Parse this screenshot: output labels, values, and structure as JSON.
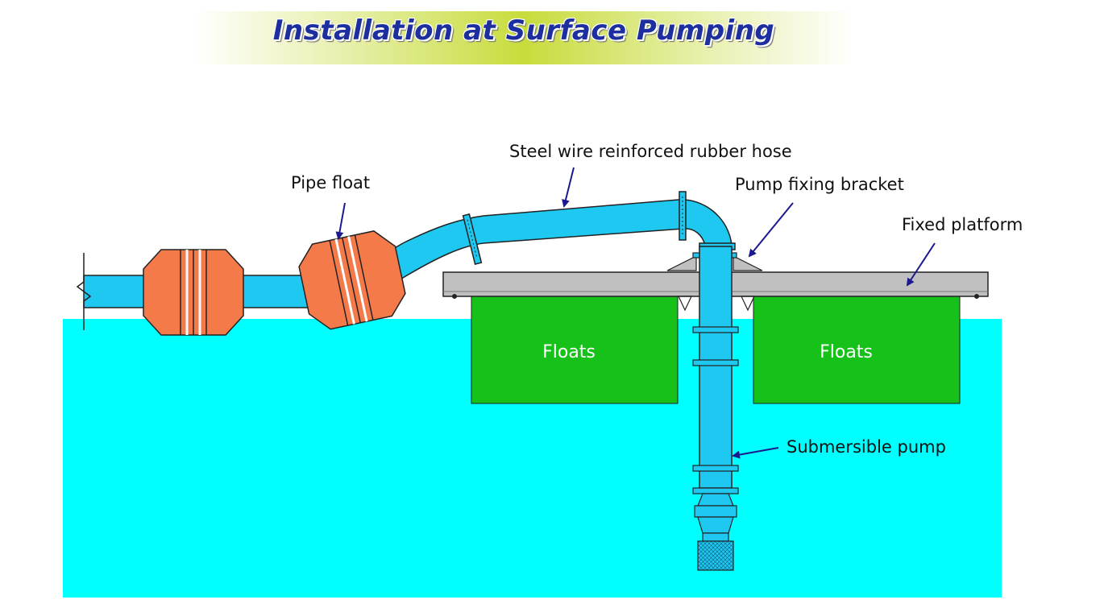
{
  "title": "Installation at Surface Pumping",
  "labels": {
    "pipe_float": "Pipe float",
    "hose": "Steel wire reinforced rubber hose",
    "bracket": "Pump fixing bracket",
    "platform": "Fixed platform",
    "pump": "Submersible pump",
    "float_left": "Floats",
    "float_right": "Floats"
  },
  "colors": {
    "water": "#00ffff",
    "pipe": "#1ec8f0",
    "pipe_float": "#f47a4a",
    "floats": "#16c21a",
    "platform": "#c0c0c0",
    "arrow": "#1a1a8e"
  }
}
